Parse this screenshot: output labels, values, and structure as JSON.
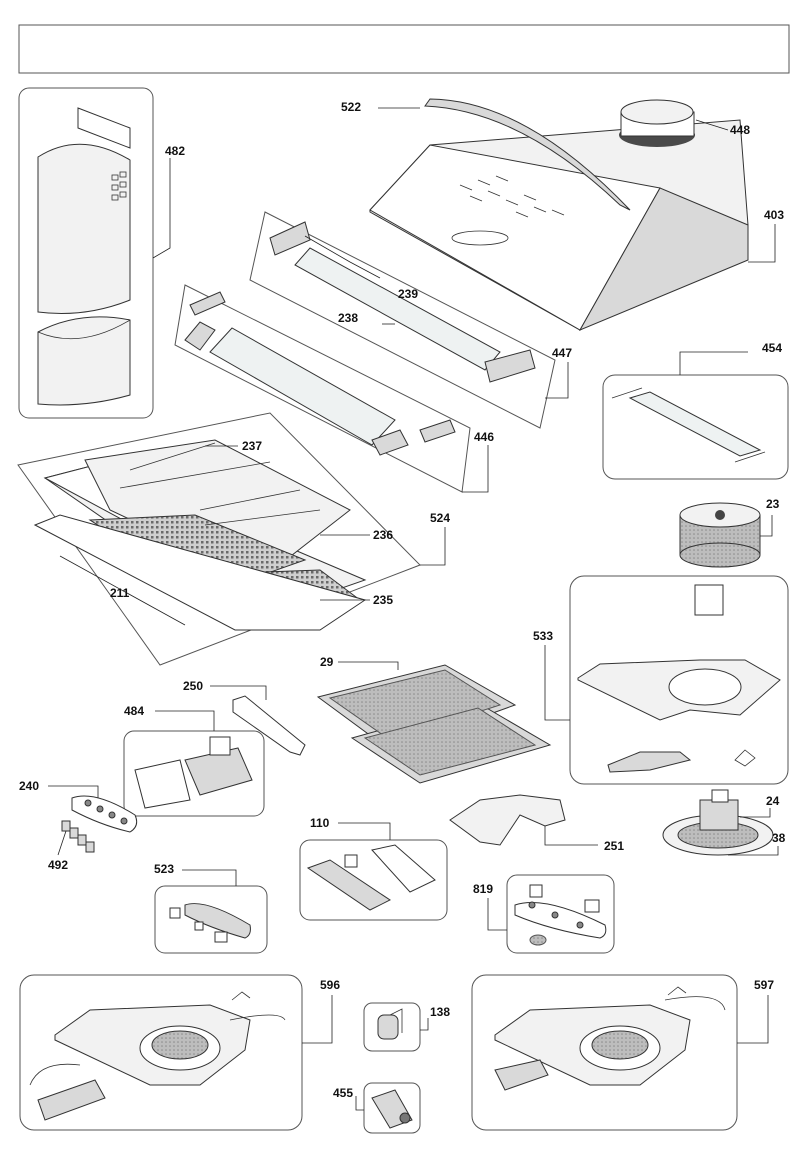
{
  "diagram": {
    "header_text": "",
    "labels": {
      "p522": "522",
      "p448": "448",
      "p482": "482",
      "p403": "403",
      "p239": "239",
      "p238": "238",
      "p447": "447",
      "p454": "454",
      "p237": "237",
      "p446": "446",
      "p236": "236",
      "p524": "524",
      "p23": "23",
      "p235": "235",
      "p211": "211",
      "p533": "533",
      "p29": "29",
      "p250": "250",
      "p484": "484",
      "p240": "240",
      "p24": "24",
      "p251": "251",
      "p38": "38",
      "p492": "492",
      "p110": "110",
      "p523": "523",
      "p819": "819",
      "p596": "596",
      "p597": "597",
      "p138": "138",
      "p455": "455"
    }
  }
}
